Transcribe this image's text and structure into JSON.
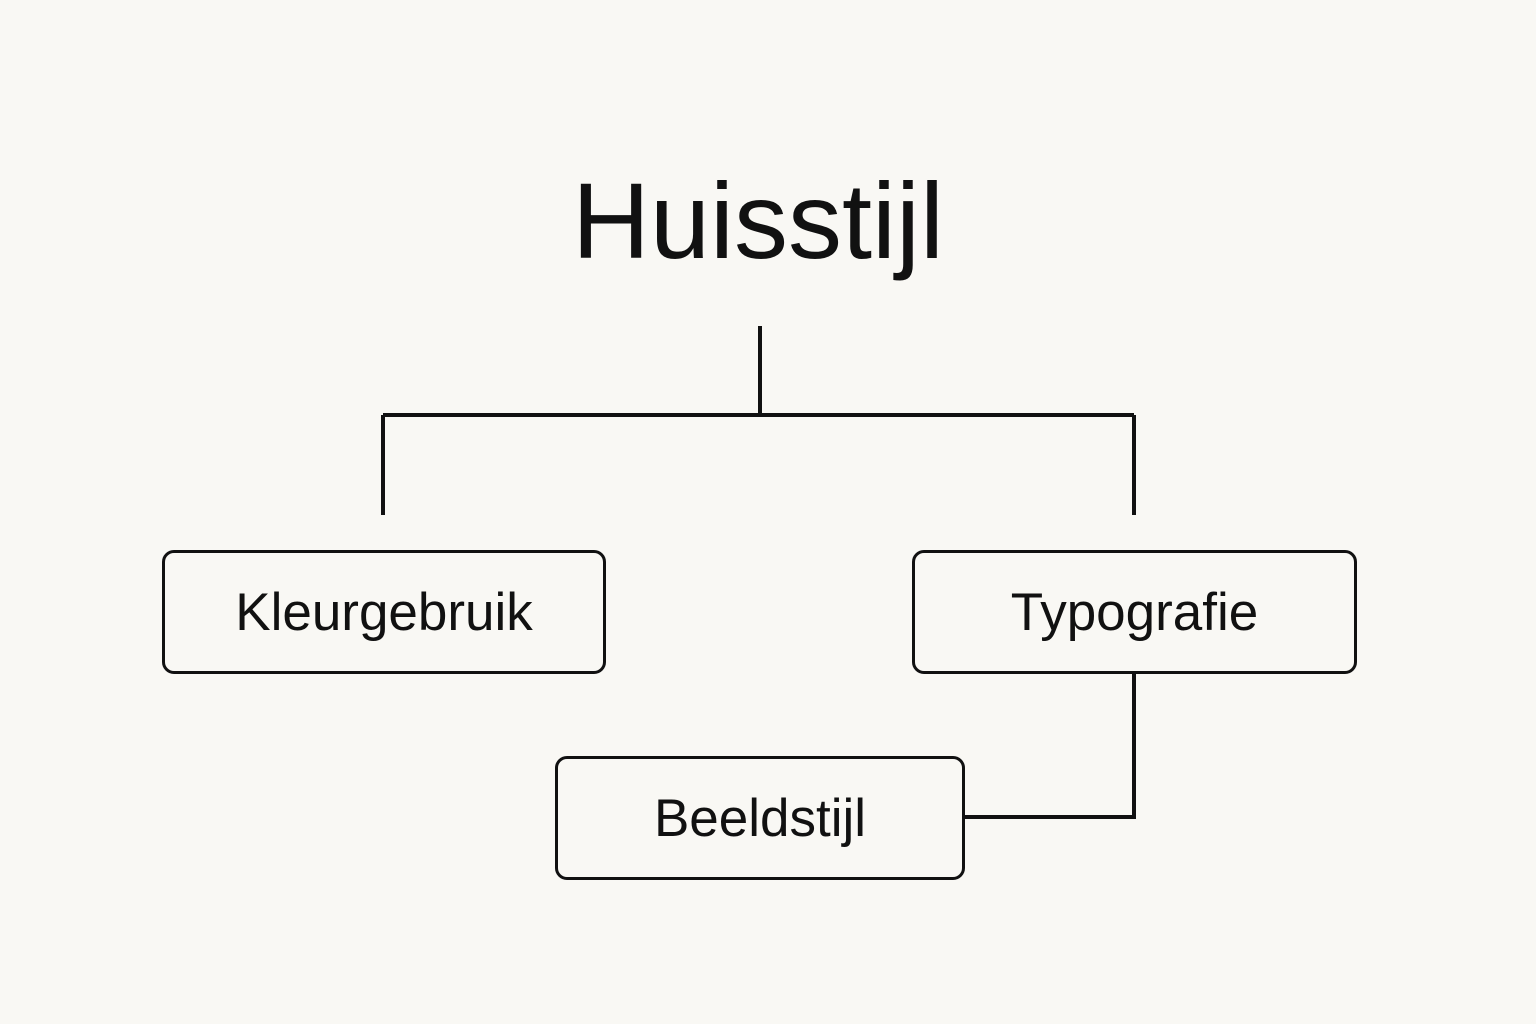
{
  "diagram": {
    "title": "Huisstijl",
    "nodes": {
      "kleurgebruik": "Kleurgebruik",
      "typografie": "Typografie",
      "beeldstijl": "Beeldstijl"
    }
  }
}
